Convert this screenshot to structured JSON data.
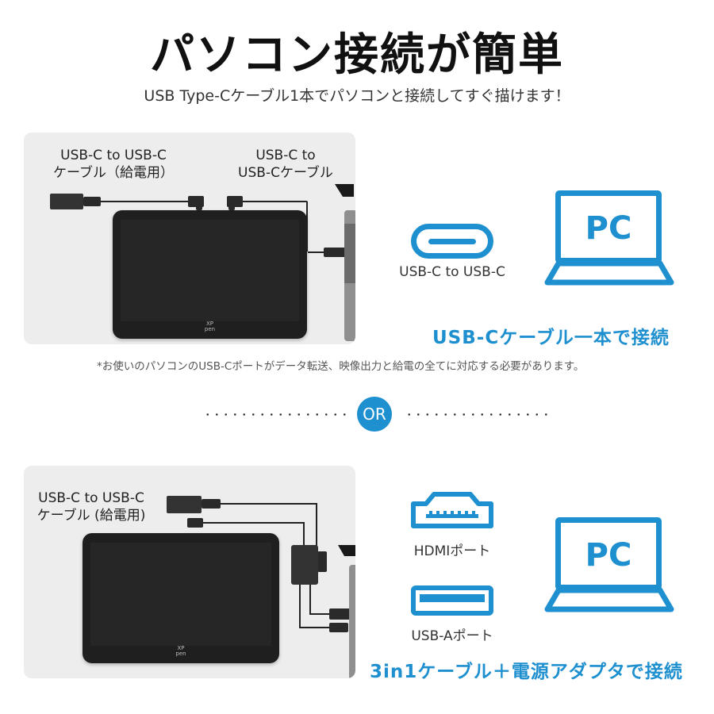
{
  "header": {
    "title": "パソコン接続が簡単",
    "subtitle": "USB Type-Cケーブル1本でパソコンと接続してすぐ描けます！"
  },
  "colors": {
    "accent": "#1e8fcf",
    "panel_bg": "#ededed",
    "title_text": "#111111"
  },
  "option1": {
    "photo_labels": {
      "power_cable": [
        "USB-C to USB-C",
        "ケーブル（給電用）"
      ],
      "data_cable": [
        "USB-C to",
        "USB-Cケーブル"
      ]
    },
    "tablet_logo": [
      "XP",
      "pen"
    ],
    "connector": {
      "icon": "usb-c-port-icon",
      "label": "USB-C to USB-C"
    },
    "pc": {
      "icon": "laptop-icon",
      "label": "PC"
    },
    "heading": "USB-Cケーブル一本で接続",
    "note": "*お使いのパソコンのUSB-Cポートがデータ転送、映像出力と給電の全てに対応する必要があります。"
  },
  "divider": {
    "label": "OR"
  },
  "option2": {
    "photo_labels": {
      "power_cable": [
        "USB-C to USB-C",
        "ケーブル (給電用)"
      ]
    },
    "tablet_logo": [
      "XP",
      "pen"
    ],
    "connectors": [
      {
        "icon": "hdmi-port-icon",
        "label": "HDMIポート"
      },
      {
        "icon": "usb-a-port-icon",
        "label": "USB-Aポート"
      }
    ],
    "pc": {
      "icon": "laptop-icon",
      "label": "PC"
    },
    "heading": "3in1ケーブル＋電源アダプタで接続"
  }
}
